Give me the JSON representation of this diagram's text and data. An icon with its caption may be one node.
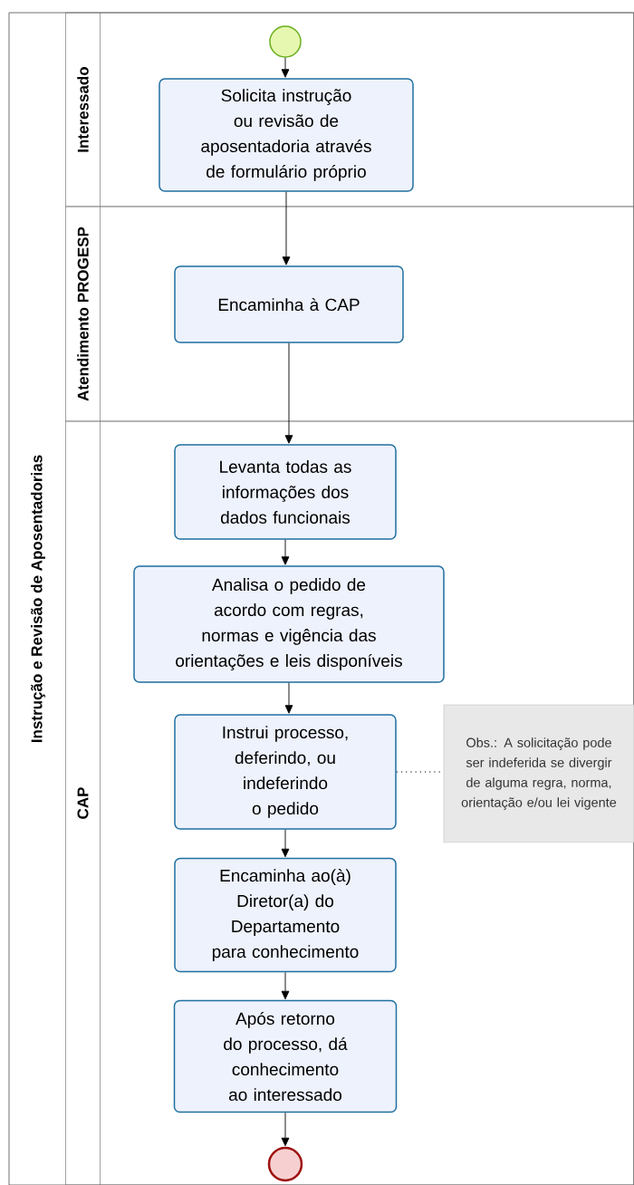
{
  "diagram": {
    "nodes": [
      {
        "text": [
          "Instrução e Revisão de Aposentadorias"
        ]
      },
      {
        "text": [
          "Interessado"
        ],
        "in": 0
      },
      {
        "text": [
          "Atendimento PROGESP"
        ],
        "in": 0
      },
      {
        "text": [
          "CAP"
        ],
        "in": 0
      },
      {
        "text": [],
        "shape": "circle",
        "in": 1
      },
      {
        "text": [
          "Solicita instrução ou revisão de aposentadoria através de formulário próprio"
        ],
        "in": 1
      },
      {
        "text": [
          "Encaminha à CAP"
        ],
        "in": 2
      },
      {
        "text": [
          "Levanta todas as informações dos dados funcionais"
        ],
        "in": 3
      },
      {
        "text": [
          "Analisa o pedido de acordo com regras, normas e vigência das orientações e leis disponíveis"
        ],
        "in": 3
      },
      {
        "text": [
          "Instrui processo, deferindo, ou indeferindo o pedido"
        ],
        "in": 3
      },
      {
        "text": [
          "Obs.: A solicitação pode ser indeferida se divergir de alguma regra, norma, orientação e/ou lei vigente"
        ],
        "in": 3
      },
      {
        "text": [
          "Encaminha ao(à) Diretor(a) do Departamento para conhecimento"
        ],
        "in": 3
      },
      {
        "text": [
          "Após retorno do processo, dá conhecimento ao interessado"
        ],
        "in": 3
      },
      {
        "text": [],
        "shape": "circle",
        "in": 3
      }
    ],
    "edges": [
      {
        "from": 4,
        "to": 5,
        "arrow": "to"
      },
      {
        "from": 5,
        "to": 6,
        "arrow": "to"
      },
      {
        "from": 6,
        "to": 7,
        "arrow": "to"
      },
      {
        "from": 7,
        "to": 8,
        "arrow": "to"
      },
      {
        "from": 8,
        "to": 9,
        "arrow": "to"
      },
      {
        "from": 9,
        "to": 10,
        "arrow": "none",
        "style": "dashed"
      },
      {
        "from": 9,
        "to": 11,
        "arrow": "to"
      },
      {
        "from": 11,
        "to": 12,
        "arrow": "to"
      },
      {
        "from": 12,
        "to": 13,
        "arrow": "to"
      }
    ]
  }
}
